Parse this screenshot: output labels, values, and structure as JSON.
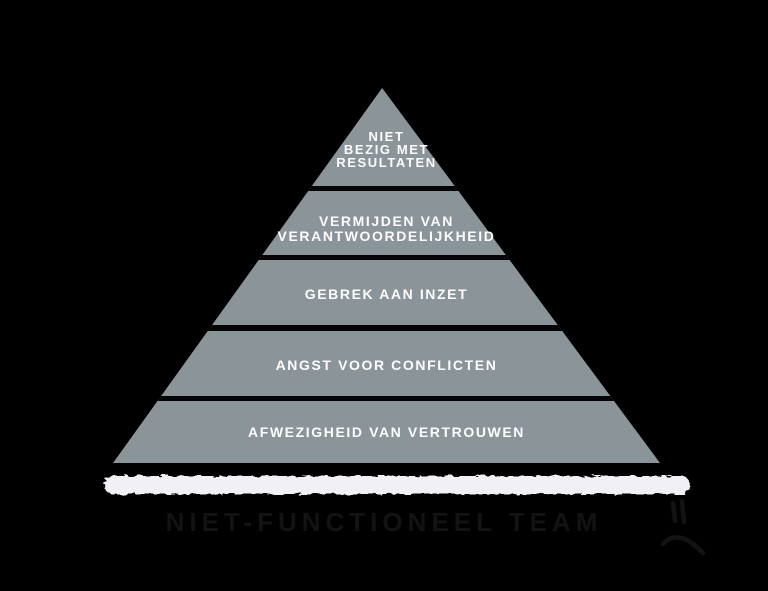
{
  "canvas": {
    "background_color": "#000000"
  },
  "pyramid": {
    "fill_color": "#8B9498",
    "divider_color": "#060606",
    "label_color": "#FDFDFD",
    "levels": [
      {
        "label": "NIET\nBEZIG MET\nRESULTATEN"
      },
      {
        "label": "VERMIJDEN VAN\nVERANTWOORDELIJKHEID"
      },
      {
        "label": "GEBREK AAN INZET"
      },
      {
        "label": "ANGST VOOR CONFLICTEN"
      },
      {
        "label": "AFWEZIGHEID VAN VERTROUWEN"
      }
    ]
  },
  "underline": {
    "style": "rough-brush-stroke",
    "color": "#F1F0F5"
  },
  "caption": {
    "text": "NIET-FUNCTIONEEL TEAM",
    "color": "#131313"
  },
  "icons": {
    "sad_face": {
      "name": "sad-face-icon",
      "color": "#131313"
    }
  }
}
